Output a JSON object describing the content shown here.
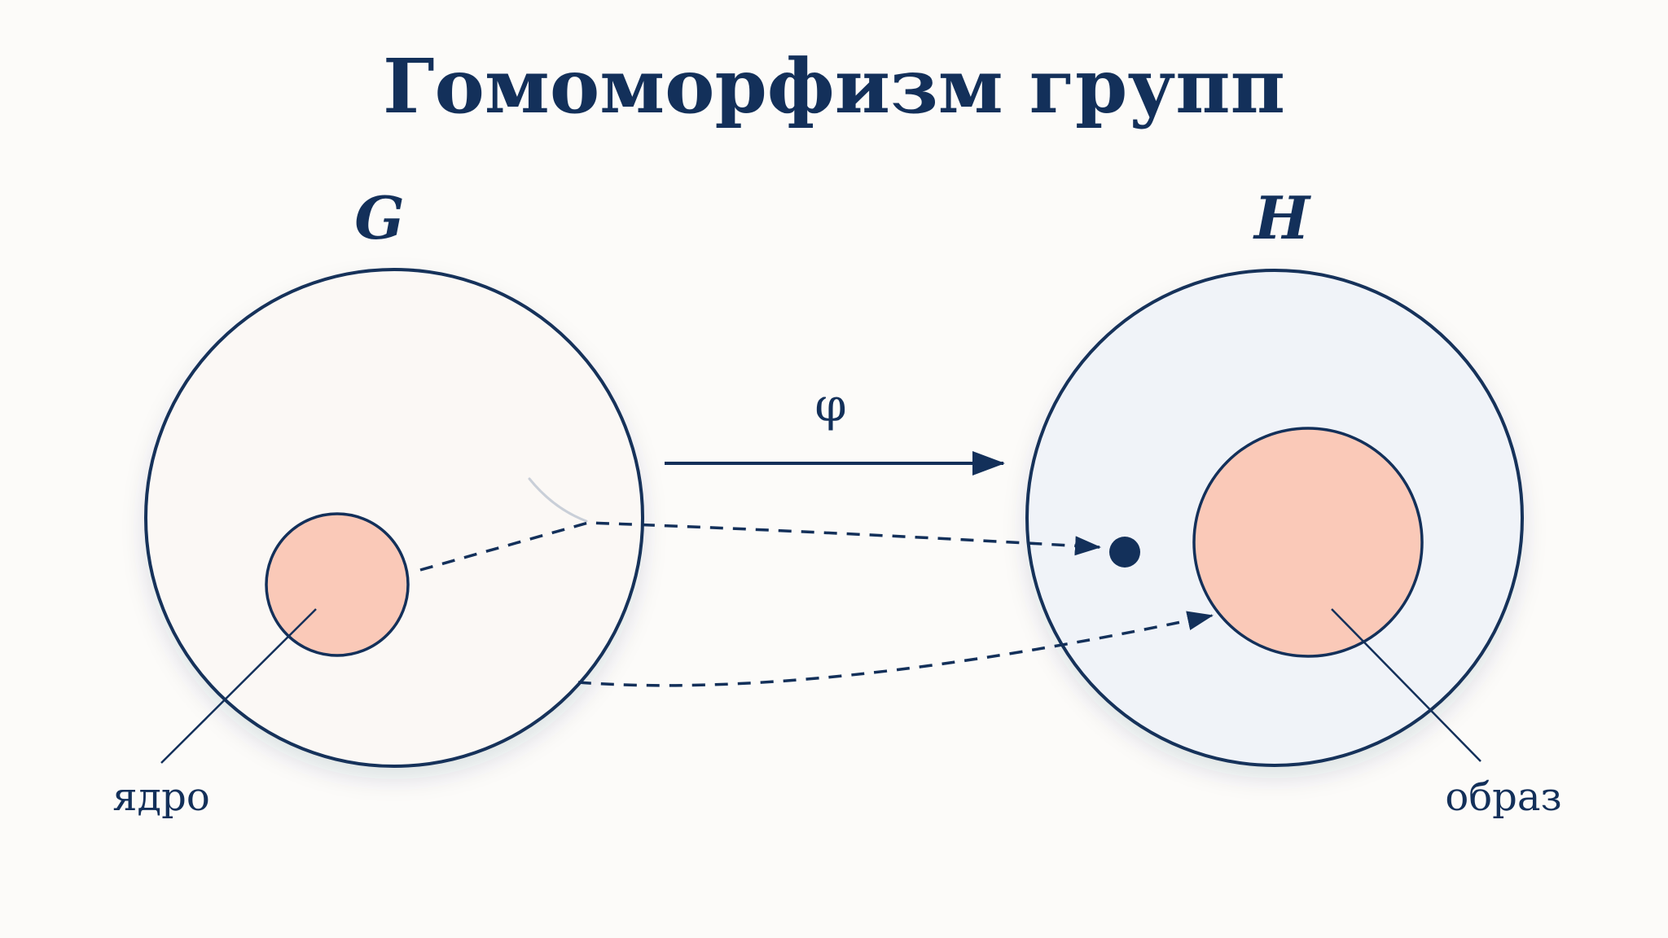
{
  "title": "Гомоморфизм групп",
  "groups": {
    "domain_label": "G",
    "codomain_label": "H"
  },
  "map": {
    "symbol": "φ"
  },
  "callouts": {
    "kernel": "ядро",
    "image": "образ"
  },
  "colors": {
    "ink": "#13305a",
    "domain_fill": "#fbf8f5",
    "codomain_fill": "#f0f3f8",
    "highlight_fill": "#fac9b8",
    "background": "#fcfbf9"
  }
}
